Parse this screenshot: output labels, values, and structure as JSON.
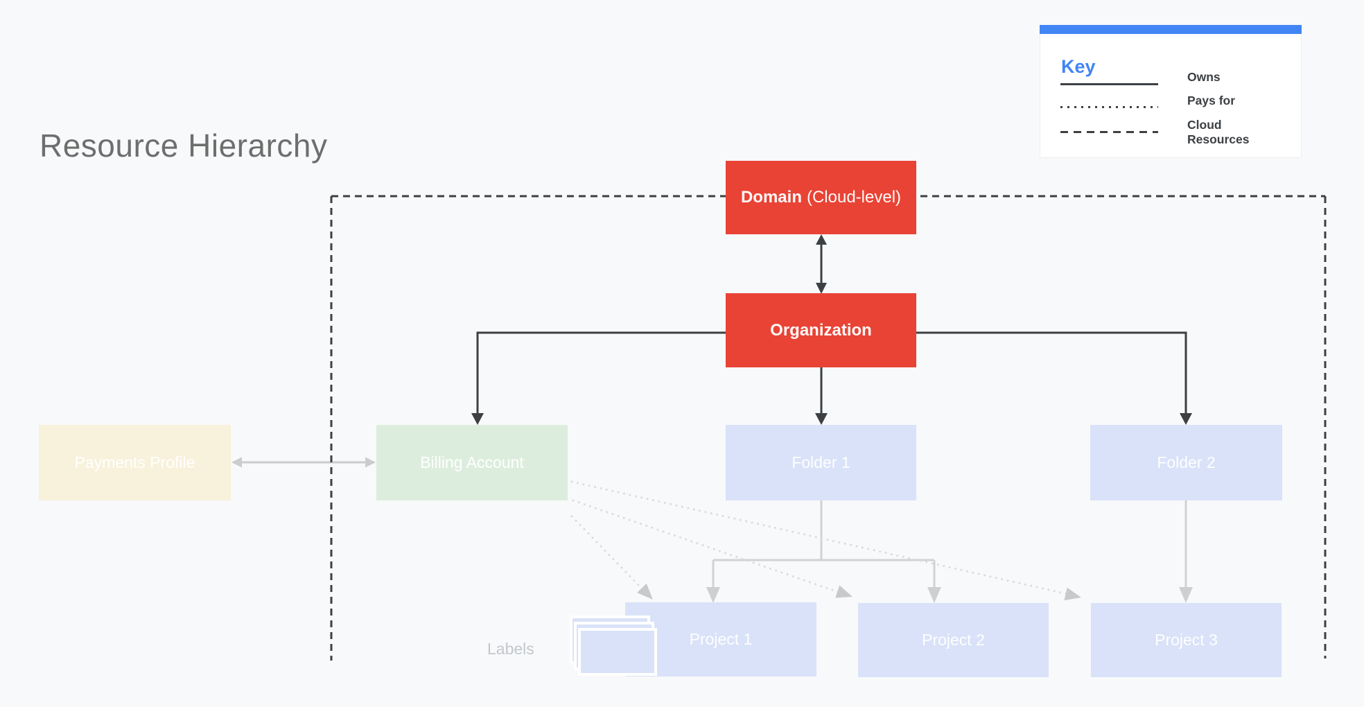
{
  "title": "Resource Hierarchy",
  "key": {
    "heading": "Key",
    "items": [
      {
        "line_style": "solid",
        "label": "Owns"
      },
      {
        "line_style": "dotted",
        "label": "Pays for"
      },
      {
        "line_style": "dashed",
        "label": "Cloud Resources"
      }
    ]
  },
  "nodes": {
    "domain": {
      "bold": "Domain",
      "rest": "(Cloud-level)",
      "color": "#E94335"
    },
    "organization": {
      "label": "Organization",
      "color": "#E94335"
    },
    "payments_profile": {
      "label": "Payments Profile",
      "color": "#F8F1DB"
    },
    "billing_account": {
      "label": "Billing Account",
      "color": "#DCEDDD"
    },
    "folder1": {
      "label": "Folder 1",
      "color": "#D9E2F8"
    },
    "folder2": {
      "label": "Folder 2",
      "color": "#D9E2F8"
    },
    "project1": {
      "label": "Project 1",
      "color": "#D9E2F8"
    },
    "project2": {
      "label": "Project 2",
      "color": "#D9E2F8"
    },
    "project3": {
      "label": "Project 3",
      "color": "#D9E2F8"
    }
  },
  "labels_caption": "Labels",
  "colors": {
    "background": "#F8F9FA",
    "accent_blue": "#4285F4",
    "node_red": "#E94335",
    "node_green": "#DCEDDD",
    "node_cream": "#F8F1DB",
    "node_blue": "#D9E2F8",
    "line_dark": "#3C4043",
    "line_gray": "#CCCCCC",
    "line_light_gray": "#DBDBDB",
    "title_gray": "#6E6E6E"
  }
}
